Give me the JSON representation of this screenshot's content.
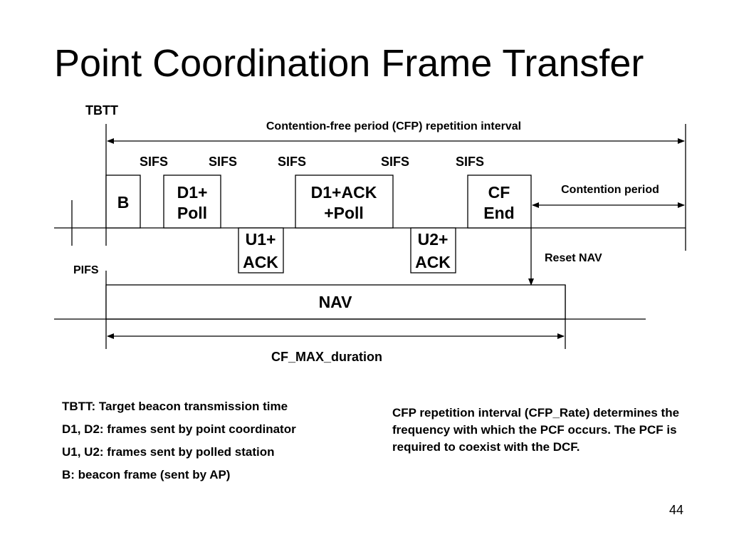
{
  "slide": {
    "title": "Point Coordination Frame Transfer",
    "page_number": "44"
  },
  "diagram": {
    "tbtt": "TBTT",
    "cfp_interval": "Contention-free period (CFP)  repetition interval",
    "sifs": [
      "SIFS",
      "SIFS",
      "SIFS",
      "SIFS",
      "SIFS"
    ],
    "pifs": "PIFS",
    "contention_period": "Contention period",
    "reset_nav": "Reset NAV",
    "nav": "NAV",
    "cf_max_duration": "CF_MAX_duration",
    "frames": {
      "beacon": "B",
      "d1_poll": [
        "D1+",
        "Poll"
      ],
      "u1_ack": [
        "U1+",
        "ACK"
      ],
      "d1ack_poll": [
        "D1+ACK",
        "+Poll"
      ],
      "u2_ack": [
        "U2+",
        "ACK"
      ],
      "cf_end": [
        "CF",
        "End"
      ]
    }
  },
  "legend": [
    "TBTT: Target beacon transmission time",
    "D1, D2:  frames sent by point coordinator",
    "U1, U2:  frames sent by polled station",
    "B: beacon frame (sent by AP)"
  ],
  "note": "CFP repetition interval (CFP_Rate) determines the frequency with which the PCF occurs. The PCF is required to coexist with the DCF."
}
